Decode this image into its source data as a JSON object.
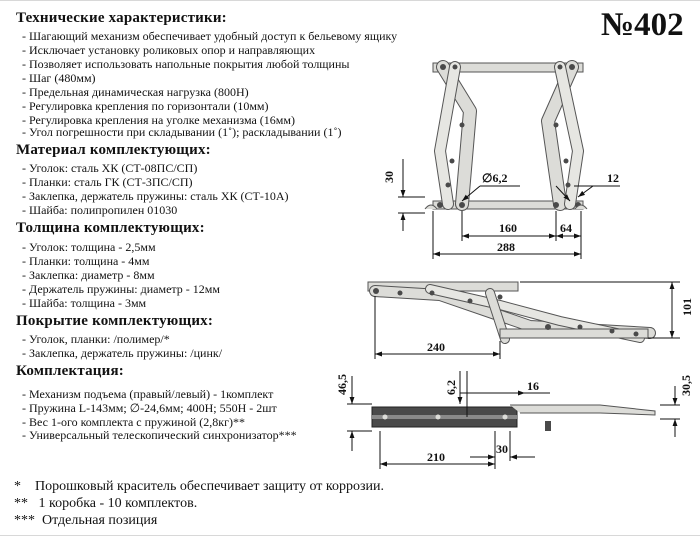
{
  "product_number": "№402",
  "sections": [
    {
      "title": "Технические характеристики:",
      "items": [
        "- Шагающий механизм обеспечивает удобный доступ к бельевому ящику",
        "- Исключает установку роликовых опор и направляющих",
        "- Позволяет использовать напольные покрытия любой толщины",
        "- Шаг (480мм)",
        "- Предельная динамическая нагрузка (800Н)",
        "- Регулировка крепления по горизонтали (10мм)",
        "- Регулировка крепления на уголке механизма (16мм)",
        "- Угол погрешности при складывании (1˚); раскладывании (1˚)"
      ]
    },
    {
      "title": "Материал комплектующих:",
      "items": [
        "- Уголок: сталь ХК (СТ-08ПС/СП)",
        "- Планки: сталь ГК (СТ-3ПС/СП)",
        "- Заклепка, держатель пружины: сталь ХК (СТ-10А)",
        "- Шайба: полипропилен 01030"
      ]
    },
    {
      "title": "Толщина комплектующих:",
      "items": [
        "- Уголок: толщина - 2,5мм",
        "- Планки: толщина - 4мм",
        "- Заклепка: диаметр - 8мм",
        "- Держатель пружины: диаметр - 12мм",
        "- Шайба: толщина - 3мм"
      ]
    },
    {
      "title": "Покрытие комплектующих:",
      "items": [
        "- Уголок, планки: /полимер/*",
        "- Заклепка, держатель пружины: /цинк/"
      ]
    },
    {
      "title": "Комплектация:",
      "items": [
        "- Механизм подъема (правый/левый) - 1комплект",
        "- Пружина L-143мм; ∅-24,6мм; 400Н; 550Н - 2шт",
        "- Вес 1-ого комплекта с пружиной (2,8кг)**",
        "- Универсальный телескопический синхронизатор***"
      ]
    }
  ],
  "footnotes": [
    "*    Порошковый краситель обеспечивает защиту от коррозии.",
    "**   1 коробка - 10 комплектов.",
    "***  Отдельная позиция"
  ],
  "dimensions": {
    "d30": "30",
    "d62dia": "∅6,2",
    "d12": "12",
    "d160": "160",
    "d64": "64",
    "d288": "288",
    "d101": "101",
    "d240": "240",
    "d465": "46,5",
    "d62": "6,2",
    "d16": "16",
    "d305": "30,5",
    "d30b": "30",
    "d210": "210"
  },
  "colors": {
    "metal": "#dcdcd8",
    "metal_edge": "#666666",
    "rivet": "#4a4a4a",
    "text": "#111111"
  }
}
